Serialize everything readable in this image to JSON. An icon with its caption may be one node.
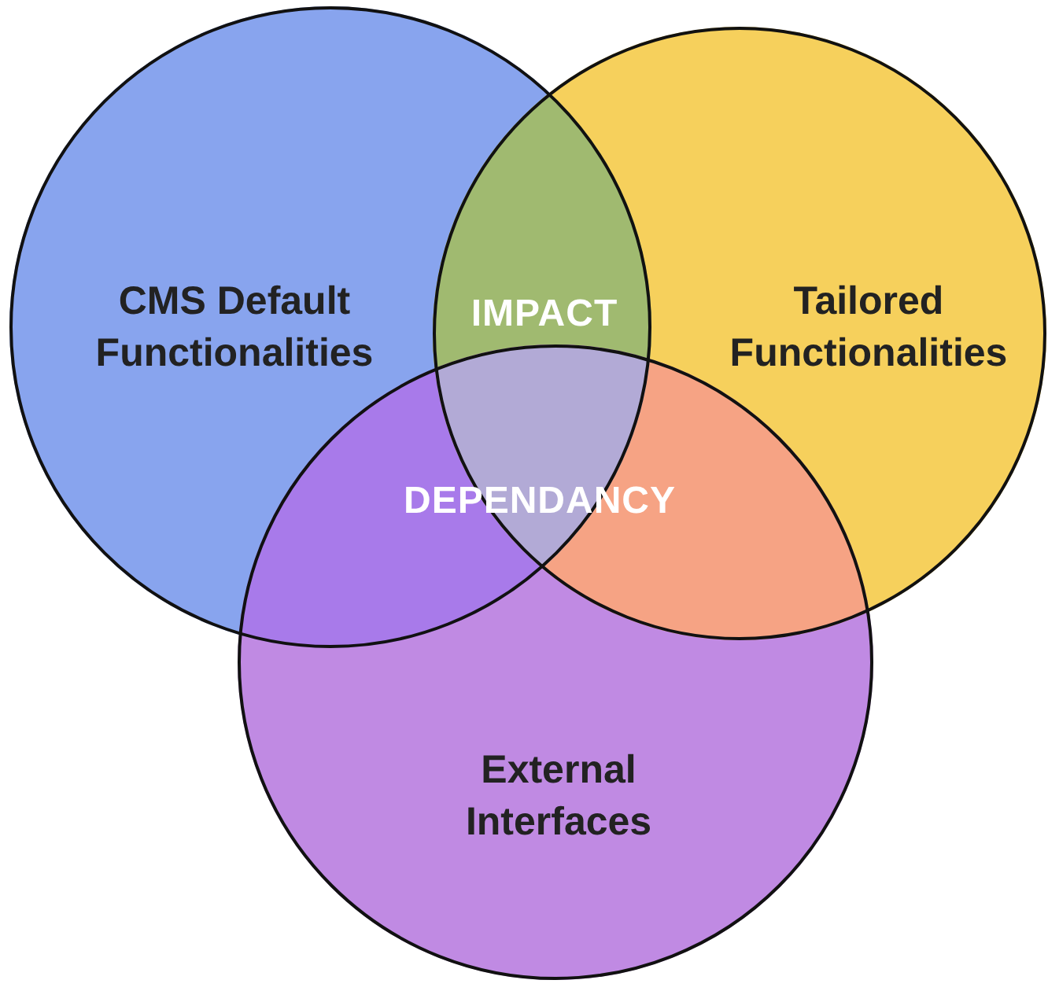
{
  "diagram": {
    "nodes": [
      {
        "text": [
          "CMS Default Functionalities"
        ]
      },
      {
        "text": [
          "Tailored Functionalities"
        ]
      },
      {
        "text": [
          "External Interfaces"
        ]
      }
    ],
    "labels": [
      "IMPACT",
      "DEPENDANCY"
    ]
  }
}
